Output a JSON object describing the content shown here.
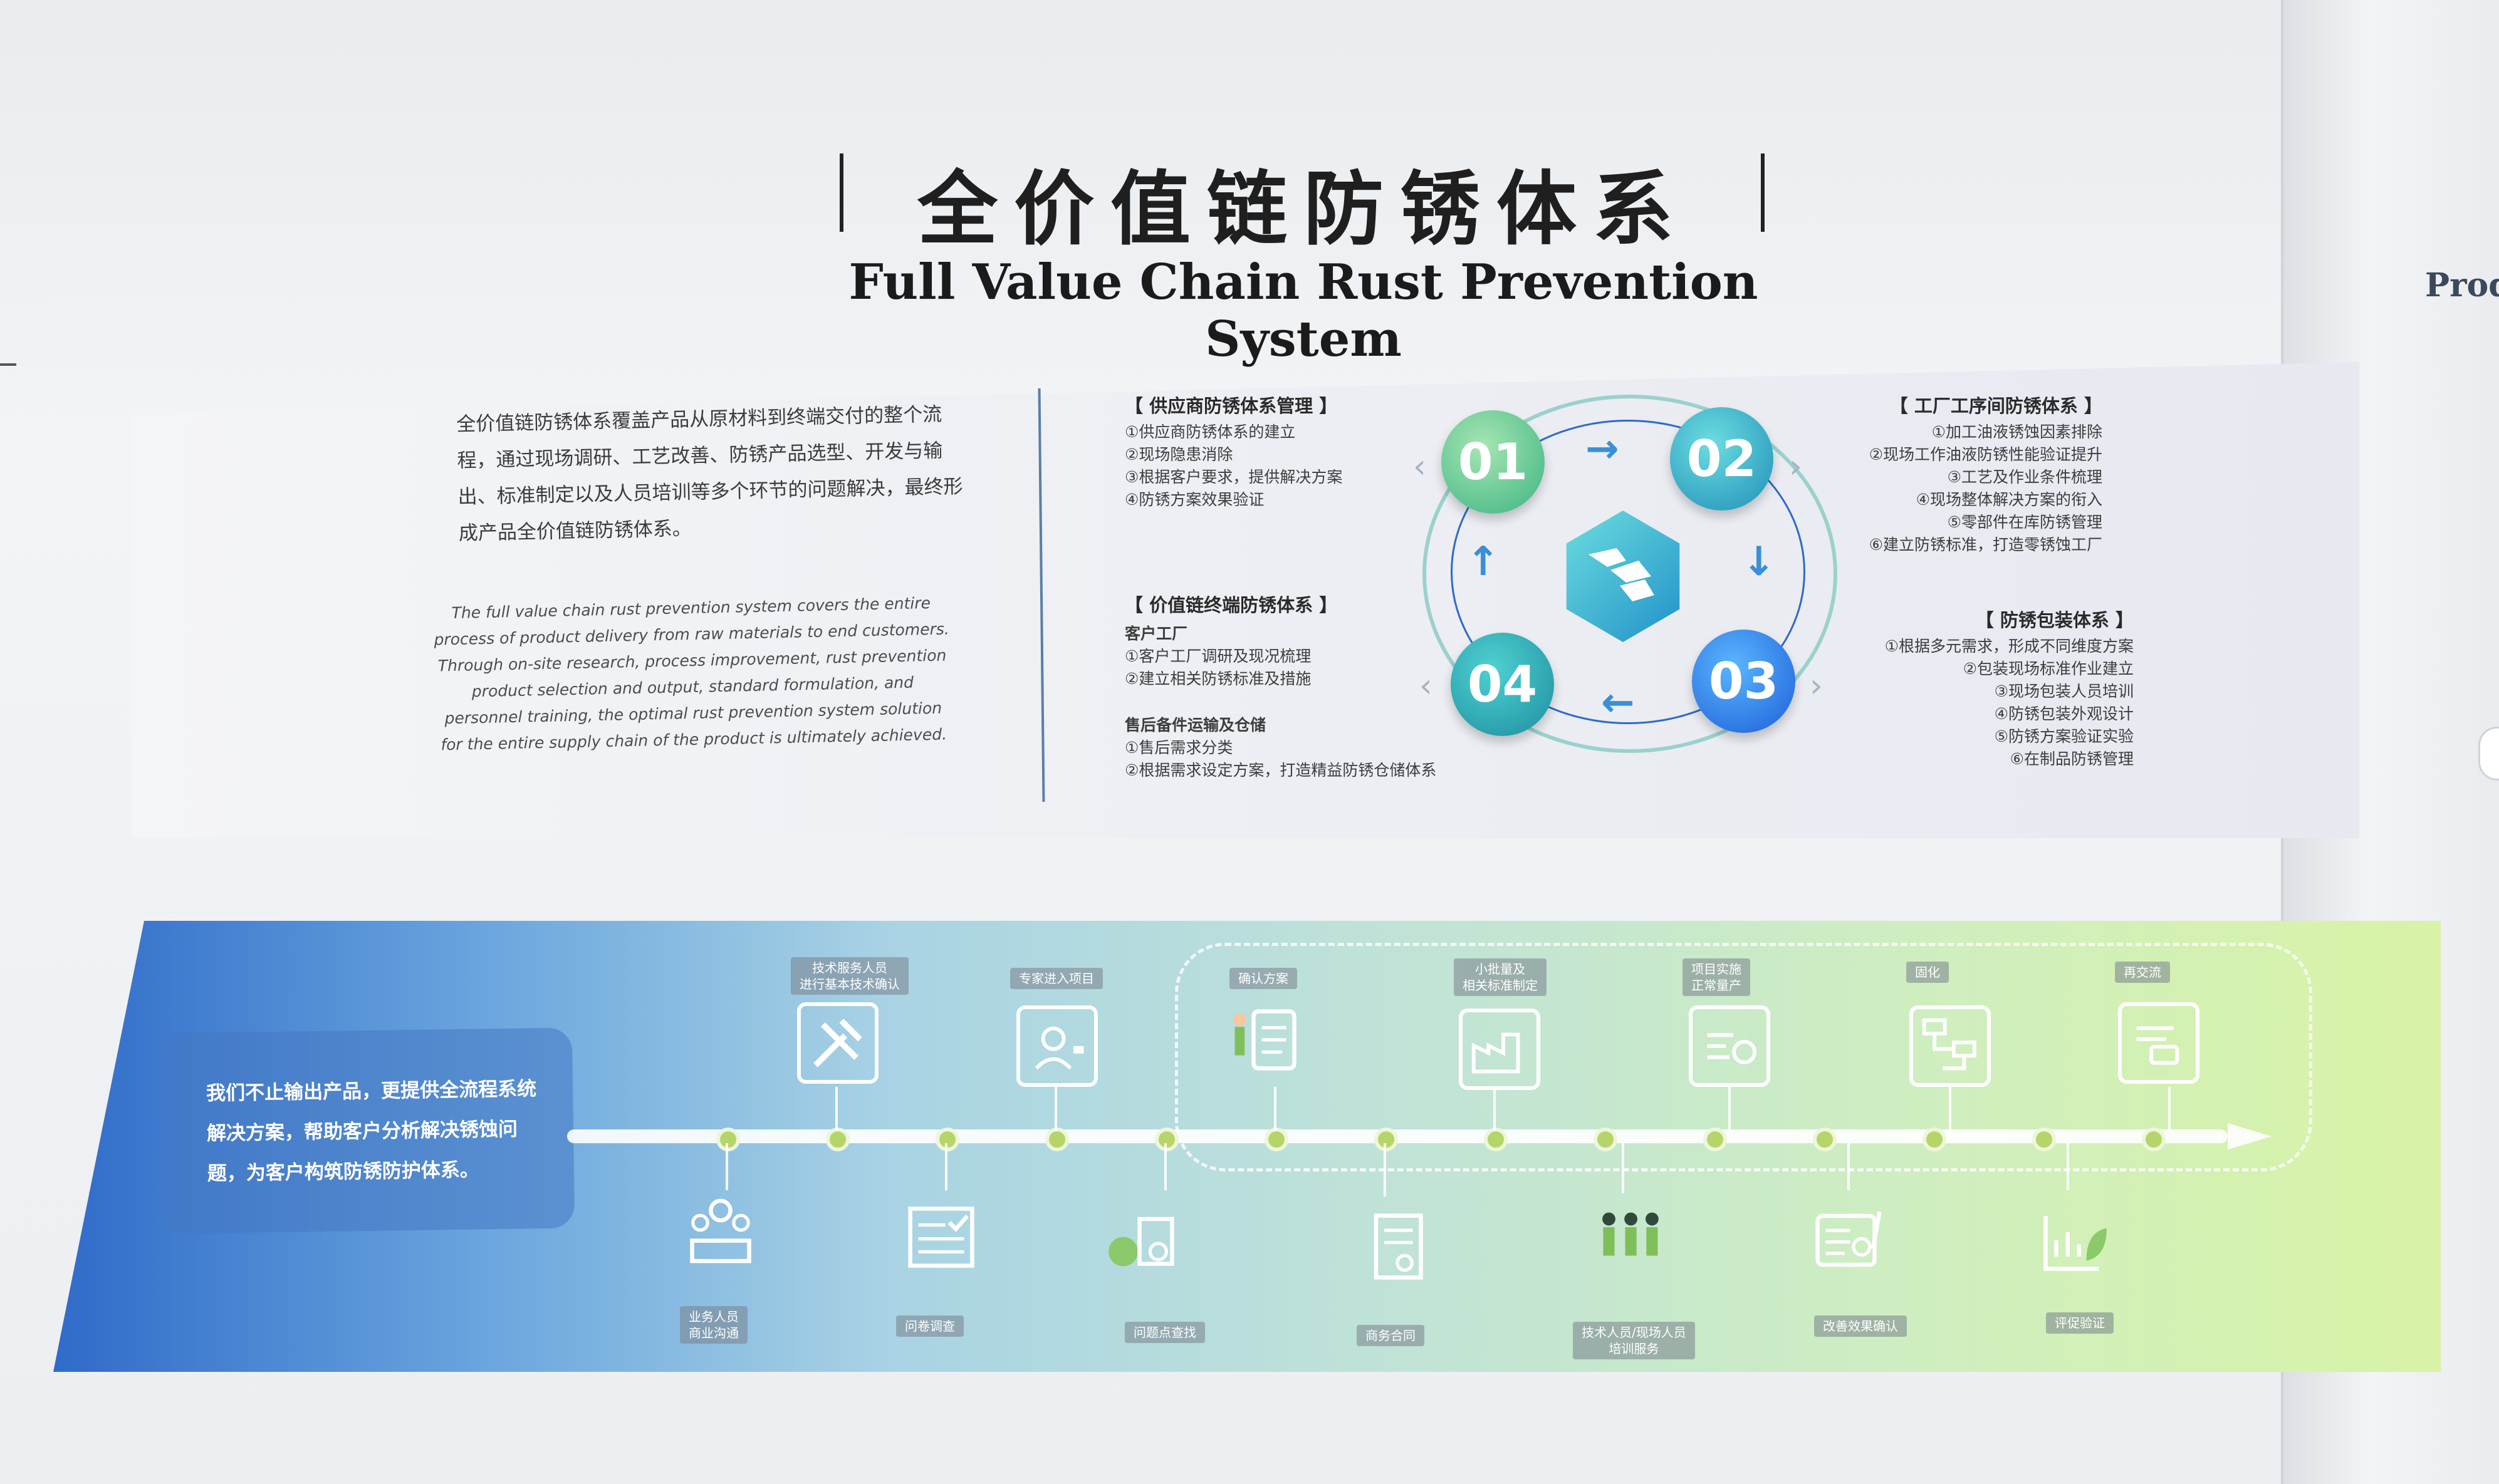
{
  "title": {
    "cn": "全价值链防锈体系",
    "en": "Full Value Chain Rust Prevention System"
  },
  "right_wall_text": "Prod",
  "intro": {
    "cn": "全价值链防锈体系覆盖产品从原材料到终端交付的整个流程，通过现场调研、工艺改善、防锈产品选型、开发与输出、标准制定以及人员培训等多个环节的问题解决，最终形成产品全价值链防锈体系。",
    "en": "The full value chain rust prevention system covers the entire process of product delivery from raw materials to end customers. Through on-site research, process improvement, rust prevention product selection and output, standard formulation, and personnel training, the optimal rust prevention system solution for the entire supply chain of the product is ultimately achieved."
  },
  "blocks": {
    "supplier": {
      "heading": "【 供应商防锈体系管理 】",
      "items": [
        "①供应商防锈体系的建立",
        "②现场隐患消除",
        "③根据客户要求，提供解决方案",
        "④防锈方案效果验证"
      ]
    },
    "terminal": {
      "heading": "【 价值链终端防锈体系 】",
      "sub1": "客户工厂",
      "items1": [
        "①客户工厂调研及现况梳理",
        "②建立相关防锈标准及措施"
      ],
      "sub2": "售后备件运输及仓储",
      "items2": [
        "①售后需求分类",
        "②根据需求设定方案，打造精益防锈仓储体系"
      ]
    },
    "factory": {
      "heading": "【 工厂工序间防锈体系 】",
      "items": [
        "①加工油液锈蚀因素排除",
        "②现场工作油液防锈性能验证提升",
        "③工艺及作业条件梳理",
        "④现场整体解决方案的衔入",
        "⑤零部件在库防锈管理",
        "⑥建立防锈标准，打造零锈蚀工厂"
      ]
    },
    "packaging": {
      "heading": "【 防锈包装体系 】",
      "items": [
        "①根据多元需求，形成不同维度方案",
        "②包装现场标准作业建立",
        "③现场包装人员培训",
        "④防锈包装外观设计",
        "⑤防锈方案验证实验",
        "⑥在制品防锈管理"
      ]
    }
  },
  "circles": [
    "01",
    "02",
    "03",
    "04"
  ],
  "process": {
    "intro": "我们不止输出产品，更提供全流程系统解决方案，帮助客户分析解决锈蚀问题，为客户构筑防锈防护体系。",
    "top_steps": [
      {
        "label": "技术服务人员\n进行基本技术确认",
        "icon": "tools-icon"
      },
      {
        "label": "专家进入项目",
        "icon": "expert-icon"
      },
      {
        "label": "确认方案",
        "icon": "clipboard-icon"
      },
      {
        "label": "小批量及\n相关标准制定",
        "icon": "factory-icon"
      },
      {
        "label": "项目实施\n正常量产",
        "icon": "gear-doc-icon"
      },
      {
        "label": "固化",
        "icon": "flowchart-icon"
      },
      {
        "label": "再交流",
        "icon": "chat-doc-icon"
      }
    ],
    "bottom_steps": [
      {
        "label": "业务人员\n商业沟通",
        "icon": "meeting-icon"
      },
      {
        "label": "问卷调查",
        "icon": "checklist-icon"
      },
      {
        "label": "问题点查找",
        "icon": "analysis-icon"
      },
      {
        "label": "商务合同",
        "icon": "contract-icon"
      },
      {
        "label": "技术人员/现场人员\n培训服务",
        "icon": "training-icon"
      },
      {
        "label": "改善效果确认",
        "icon": "report-icon"
      },
      {
        "label": "评促验证",
        "icon": "eco-chart-icon"
      }
    ]
  },
  "colors": {
    "panel_blue": "#2f6bc9",
    "panel_green": "#d8f3a6",
    "circle_green": "#3cb483",
    "circle_teal": "#1f8fb8",
    "circle_blue": "#1d5fd8",
    "divider": "#5a7ea8"
  }
}
